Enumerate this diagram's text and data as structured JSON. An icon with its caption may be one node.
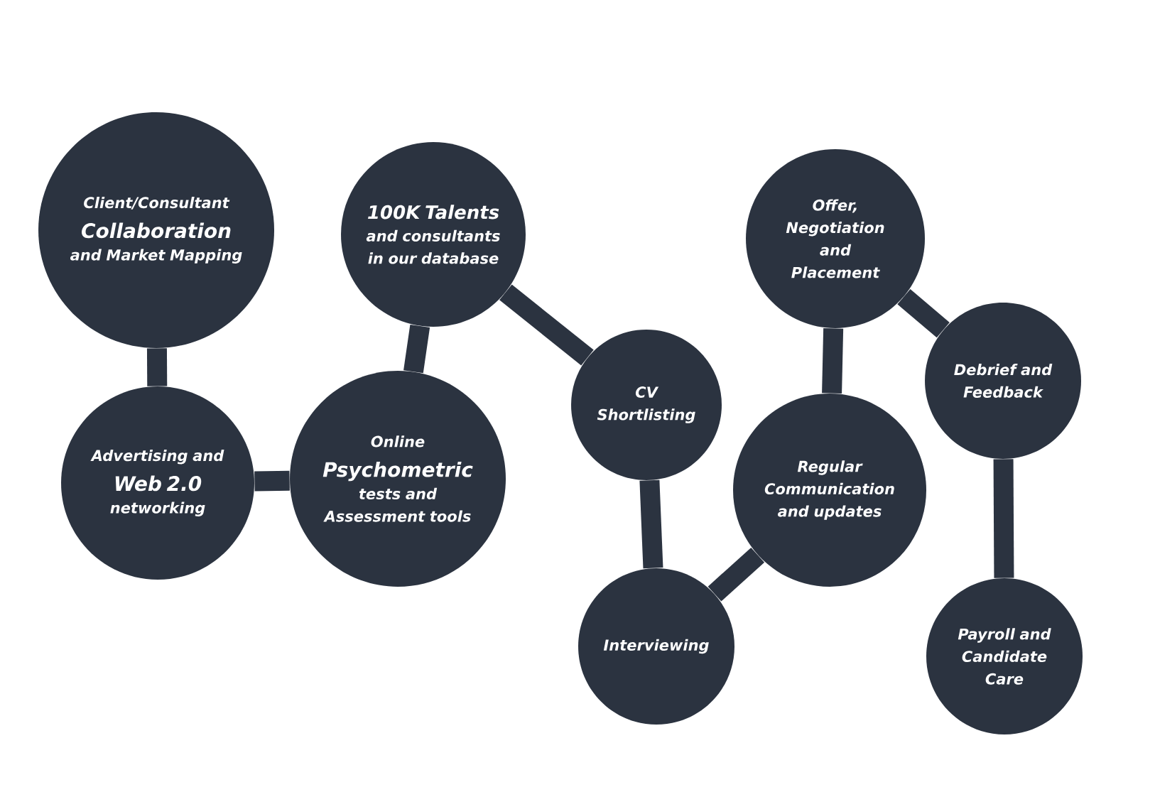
{
  "diagram": {
    "nodes": [
      {
        "text": [
          "Client/Consultant",
          "Collaboration",
          "and Market Mapping"
        ]
      },
      {
        "text": [
          "Advertising and",
          "Web 2.0",
          "networking"
        ]
      },
      {
        "text": [
          "100K Talents",
          "and consultants in our database"
        ]
      },
      {
        "text": [
          "Online",
          "Psychometric",
          "tests and Assessment tools"
        ]
      },
      {
        "text": [
          "CV Shortlisting"
        ]
      },
      {
        "text": [
          "Interviewing"
        ]
      },
      {
        "text": [
          "Regular Communication and updates"
        ]
      },
      {
        "text": [
          "Offer, Negotiation and Placement"
        ]
      },
      {
        "text": [
          "Debrief and Feedback"
        ]
      },
      {
        "text": [
          "Payroll and Candidate Care"
        ]
      }
    ],
    "edges": [
      {
        "from": 0,
        "to": 1,
        "arrow": "none"
      },
      {
        "from": 1,
        "to": 3,
        "arrow": "none"
      },
      {
        "from": 3,
        "to": 2,
        "arrow": "none"
      },
      {
        "from": 2,
        "to": 4,
        "arrow": "none"
      },
      {
        "from": 4,
        "to": 5,
        "arrow": "none"
      },
      {
        "from": 5,
        "to": 6,
        "arrow": "none"
      },
      {
        "from": 6,
        "to": 7,
        "arrow": "none"
      },
      {
        "from": 7,
        "to": 8,
        "arrow": "none"
      },
      {
        "from": 8,
        "to": 9,
        "arrow": "none"
      }
    ]
  }
}
